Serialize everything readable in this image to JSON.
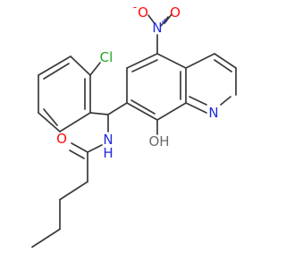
{
  "molecule": {
    "atoms": {
      "nitro_n": "N",
      "nitro_n_charge": "+",
      "nitro_o_minus": "O",
      "nitro_o_minus_charge": "-",
      "nitro_o": "O",
      "chlorine": "Cl",
      "ring_n": "N",
      "amide_n": "N",
      "amide_h": "H",
      "hydroxyl": "OH",
      "carbonyl_o": "O"
    },
    "colors": {
      "bond": "#3a3a3a",
      "carbon_text": "#3a3a3a",
      "nitrogen": "#1f2bdb",
      "oxygen": "#ff0d0d",
      "chlorine": "#1fa61f",
      "hydroxyl": "#6b6b6b",
      "background": "#ffffff"
    }
  }
}
